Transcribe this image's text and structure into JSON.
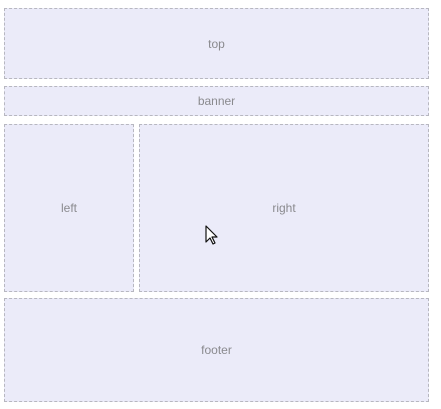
{
  "layout_boxes": {
    "top": "top",
    "banner": "banner",
    "left": "left",
    "right": "right",
    "footer": "footer"
  },
  "cursor": {
    "icon": "mouse-pointer-icon"
  }
}
